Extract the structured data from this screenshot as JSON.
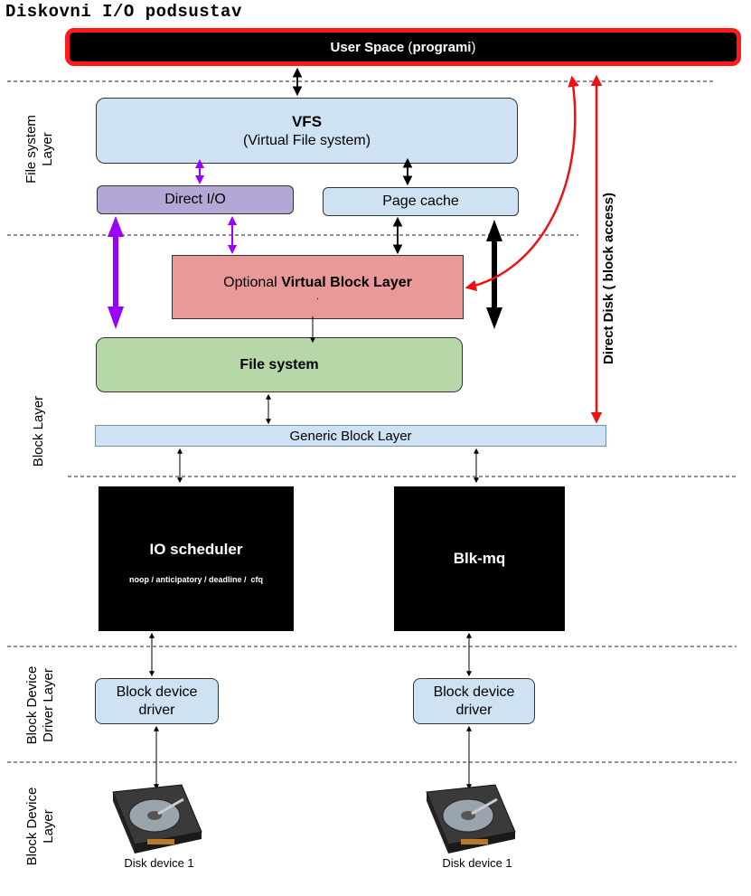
{
  "title": "Diskovni I/O podsustav",
  "user_space": {
    "bold": "User Space",
    "rest_open": " (",
    "rest_bold": "programi",
    "rest_close": ")"
  },
  "layers": {
    "file_system": [
      "File system",
      "Layer"
    ],
    "block": [
      "Block Layer"
    ],
    "block_device_driver": [
      "Block Device",
      "Driver Layer"
    ],
    "block_device": [
      "Block Device",
      "Layer"
    ]
  },
  "boxes": {
    "vfs": {
      "title": "VFS",
      "subtitle": "(Virtual File system)"
    },
    "direct_io": "Direct I/O",
    "page_cache": "Page cache",
    "virtual_block_layer": {
      "prefix": "Optional ",
      "bold": "Virtual Block Layer",
      "dot": "."
    },
    "file_system": "File system",
    "generic_block_layer": "Generic Block Layer",
    "io_scheduler": {
      "title": "IO scheduler",
      "subtitle": "noop / anticipatory / deadline /  cfq"
    },
    "blk_mq": "Blk-mq",
    "block_device_driver_1": [
      "Block device",
      "driver"
    ],
    "block_device_driver_2": [
      "Block device",
      "driver"
    ]
  },
  "disks": [
    "Disk device 1",
    "Disk device 1"
  ],
  "direct_disk_label": "Direct Disk ( block access)",
  "colors": {
    "user_space_border": "#ff1a1a",
    "light_blue": "#cfe2f3",
    "purple": "#b4a7d6",
    "pink": "#ea9999",
    "green": "#b6d7a8",
    "arrow_red": "#ee1111",
    "arrow_purple": "#9900ff"
  }
}
